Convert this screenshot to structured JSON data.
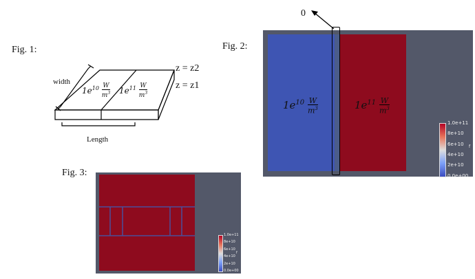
{
  "fig1": {
    "label": "Fig. 1:",
    "width_label": "width",
    "length_label": "Length",
    "left_coef": "1e",
    "left_exp": "10",
    "right_coef": "1e",
    "right_exp": "11",
    "unit_num": "W",
    "unit_den": "m",
    "unit_den_exp": "3",
    "z_top": "z = z2",
    "z_bottom": "z = z1"
  },
  "fig2": {
    "label": "Fig. 2:",
    "zero_label": "0",
    "left_coef": "1e",
    "left_exp": "10",
    "right_coef": "1e",
    "right_exp": "11",
    "unit_num": "W",
    "unit_den": "m",
    "unit_den_exp": "3",
    "colorbar": {
      "ticks": [
        "1.0e+11",
        "8e+10",
        "6e+10",
        "4e+10",
        "2e+10",
        "0.0e+00"
      ],
      "side_label": "f",
      "color_top": "#b40426",
      "color_mid": "#dddddd",
      "color_bottom": "#3b4cc0"
    },
    "colors": {
      "blue": "#3e55b3",
      "red": "#8e0b1e",
      "background": "#535869"
    }
  },
  "fig3": {
    "label": "Fig. 3:",
    "colorbar": {
      "ticks": [
        "1.0e+11",
        "8e+10",
        "6e+10",
        "4e+10",
        "2e+10",
        "0.0e+00"
      ],
      "side_label": "f"
    },
    "colors": {
      "red": "#8e0b1e",
      "lines": "#4a4f9a",
      "background": "#535869"
    }
  }
}
